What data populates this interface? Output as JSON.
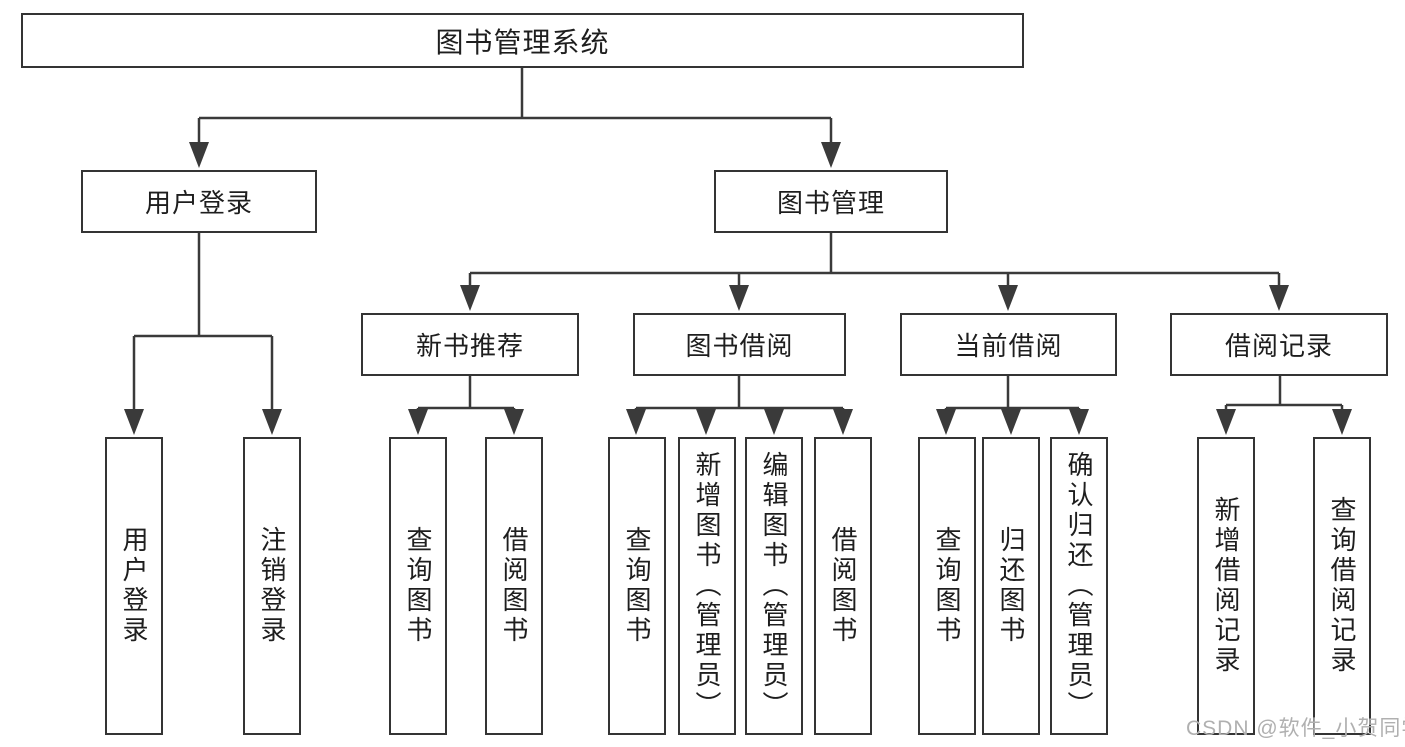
{
  "tree": {
    "label": "图书管理系统",
    "children": [
      {
        "label": "用户登录",
        "children": [
          {
            "label": "用户登录"
          },
          {
            "label": "注销登录"
          }
        ]
      },
      {
        "label": "图书管理",
        "children": [
          {
            "label": "新书推荐",
            "children": [
              {
                "label": "查询图书"
              },
              {
                "label": "借阅图书"
              }
            ]
          },
          {
            "label": "图书借阅",
            "children": [
              {
                "label": "查询图书"
              },
              {
                "label": "新增图书（管理员）"
              },
              {
                "label": "编辑图书（管理员）"
              },
              {
                "label": "借阅图书"
              }
            ]
          },
          {
            "label": "当前借阅",
            "children": [
              {
                "label": "查询图书"
              },
              {
                "label": "归还图书"
              },
              {
                "label": "确认归还（管理员）"
              }
            ]
          },
          {
            "label": "借阅记录",
            "children": [
              {
                "label": "新增借阅记录"
              },
              {
                "label": "查询借阅记录"
              }
            ]
          }
        ]
      }
    ]
  },
  "watermark": "CSDN @软件_小贺同学",
  "colors": {
    "line": "#3a3a3a",
    "box_border": "#343434",
    "text": "#1e1e1e",
    "background": "#ffffff",
    "watermark": "#b0b0b0"
  }
}
